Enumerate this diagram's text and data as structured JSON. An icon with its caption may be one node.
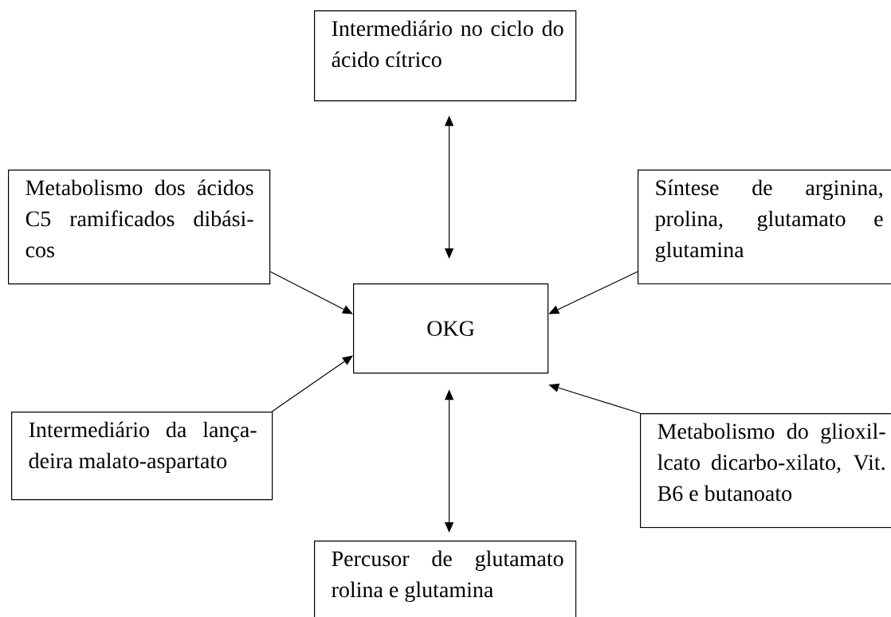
{
  "diagram": {
    "nodes": [
      {
        "text": [
          "Intermediário no ciclo do ácido cítrico"
        ]
      },
      {
        "text": [
          "Metabolismo dos ácidos C5 ramificados dibási-cos"
        ]
      },
      {
        "text": [
          "Síntese de arginina, prolina, glutamato e glutamina"
        ]
      },
      {
        "text": [
          "OKG"
        ]
      },
      {
        "text": [
          "Intermediário da lança-deira malato-aspartato"
        ]
      },
      {
        "text": [
          "Metabolismo do glioxil-lcato dicarbo-xilato, Vit. B6 e butanoato"
        ]
      },
      {
        "text": [
          "Percusor de glutamato rolina e glutamina"
        ]
      }
    ],
    "edges": [
      {
        "from": 0,
        "to": 3,
        "arrow": "both"
      },
      {
        "from": 1,
        "to": 3,
        "arrow": "to"
      },
      {
        "from": 2,
        "to": 3,
        "arrow": "to"
      },
      {
        "from": 4,
        "to": 3,
        "arrow": "to"
      },
      {
        "from": 5,
        "to": 3,
        "arrow": "to"
      },
      {
        "from": 3,
        "to": 6,
        "arrow": "both"
      }
    ]
  }
}
